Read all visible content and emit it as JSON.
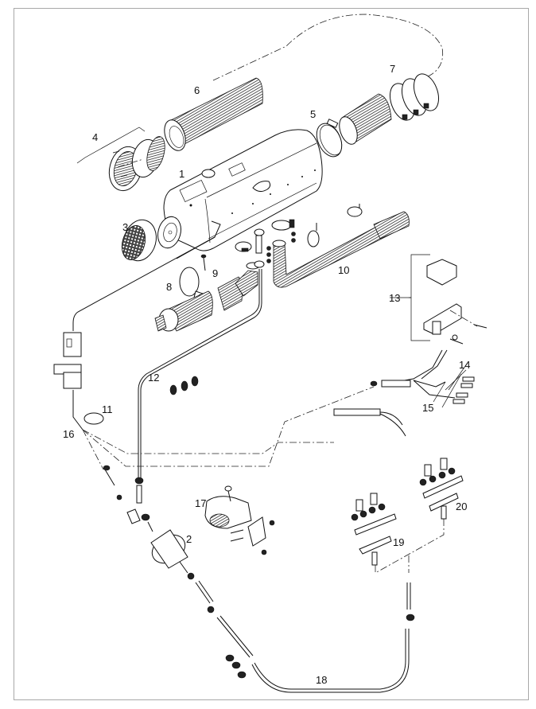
{
  "diagram": {
    "type": "exploded-parts-diagram",
    "border_color": "#a8a8a8",
    "line_color": "#111111",
    "callouts": [
      {
        "id": "1",
        "label": "1",
        "part": "heater-unit"
      },
      {
        "id": "2",
        "label": "2",
        "part": "fuel-pump"
      },
      {
        "id": "3",
        "label": "3",
        "part": "intake-grille"
      },
      {
        "id": "4",
        "label": "4",
        "part": "air-outlet-vent"
      },
      {
        "id": "5",
        "label": "5",
        "part": "hose-clamp"
      },
      {
        "id": "6",
        "label": "6",
        "part": "air-duct"
      },
      {
        "id": "7",
        "label": "7",
        "part": "duct-clamps"
      },
      {
        "id": "8",
        "label": "8",
        "part": "exhaust-clamp"
      },
      {
        "id": "9",
        "label": "9",
        "part": "exhaust-silencer"
      },
      {
        "id": "10",
        "label": "10",
        "part": "exhaust-pipe"
      },
      {
        "id": "11",
        "label": "11",
        "part": "grommet-ring"
      },
      {
        "id": "12",
        "label": "12",
        "part": "fuel-line"
      },
      {
        "id": "13",
        "label": "13",
        "part": "relay-fuse-holder"
      },
      {
        "id": "14",
        "label": "14",
        "part": "cable-lug-positive"
      },
      {
        "id": "15",
        "label": "15",
        "part": "cable-lug-negative"
      },
      {
        "id": "16",
        "label": "16",
        "part": "wiring-harness"
      },
      {
        "id": "17",
        "label": "17",
        "part": "pump-mounting-bracket"
      },
      {
        "id": "18",
        "label": "18",
        "part": "fuel-hose"
      },
      {
        "id": "19",
        "label": "19",
        "part": "t-connector-kit-a"
      },
      {
        "id": "20",
        "label": "20",
        "part": "t-connector-kit-b"
      }
    ]
  }
}
